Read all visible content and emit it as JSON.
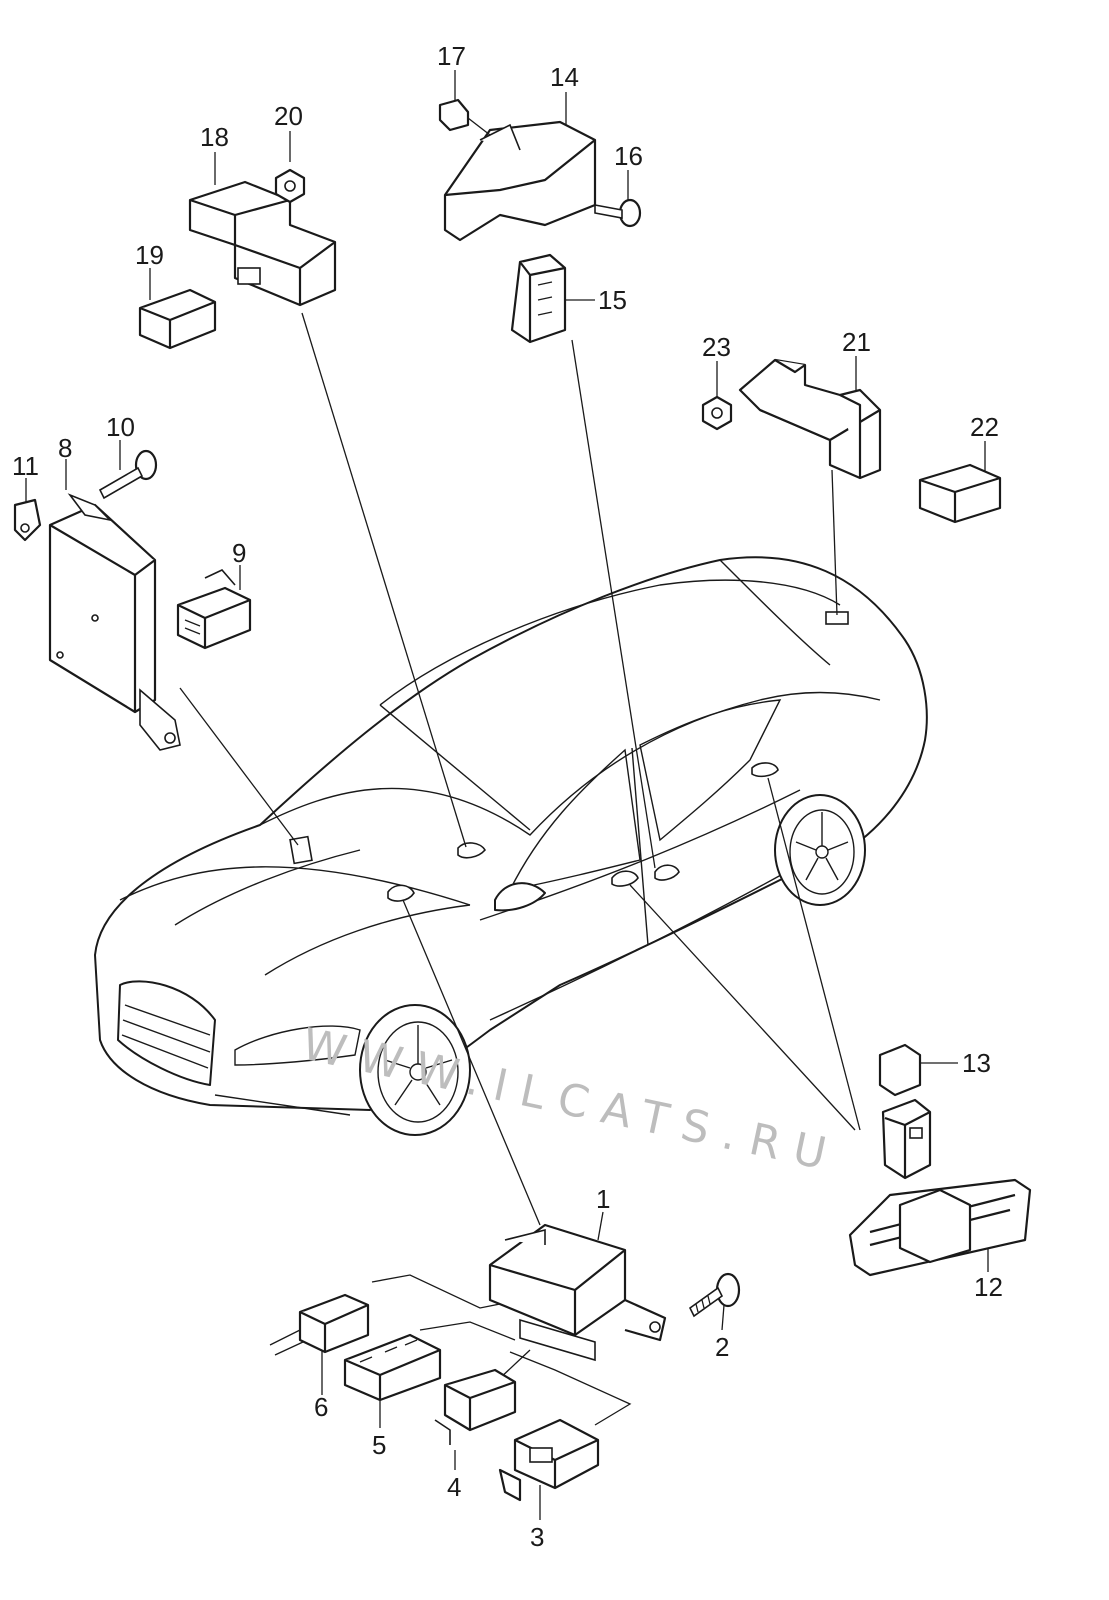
{
  "callouts": {
    "c1": "1",
    "c2": "2",
    "c3": "3",
    "c4": "4",
    "c5": "5",
    "c6": "6",
    "c8": "8",
    "c9": "9",
    "c10": "10",
    "c11": "11",
    "c12": "12",
    "c13": "13",
    "c14": "14",
    "c15": "15",
    "c16": "16",
    "c17": "17",
    "c18": "18",
    "c19": "19",
    "c20": "20",
    "c21": "21",
    "c22": "22",
    "c23": "23"
  },
  "watermark": "WWW.ILCATS.RU"
}
